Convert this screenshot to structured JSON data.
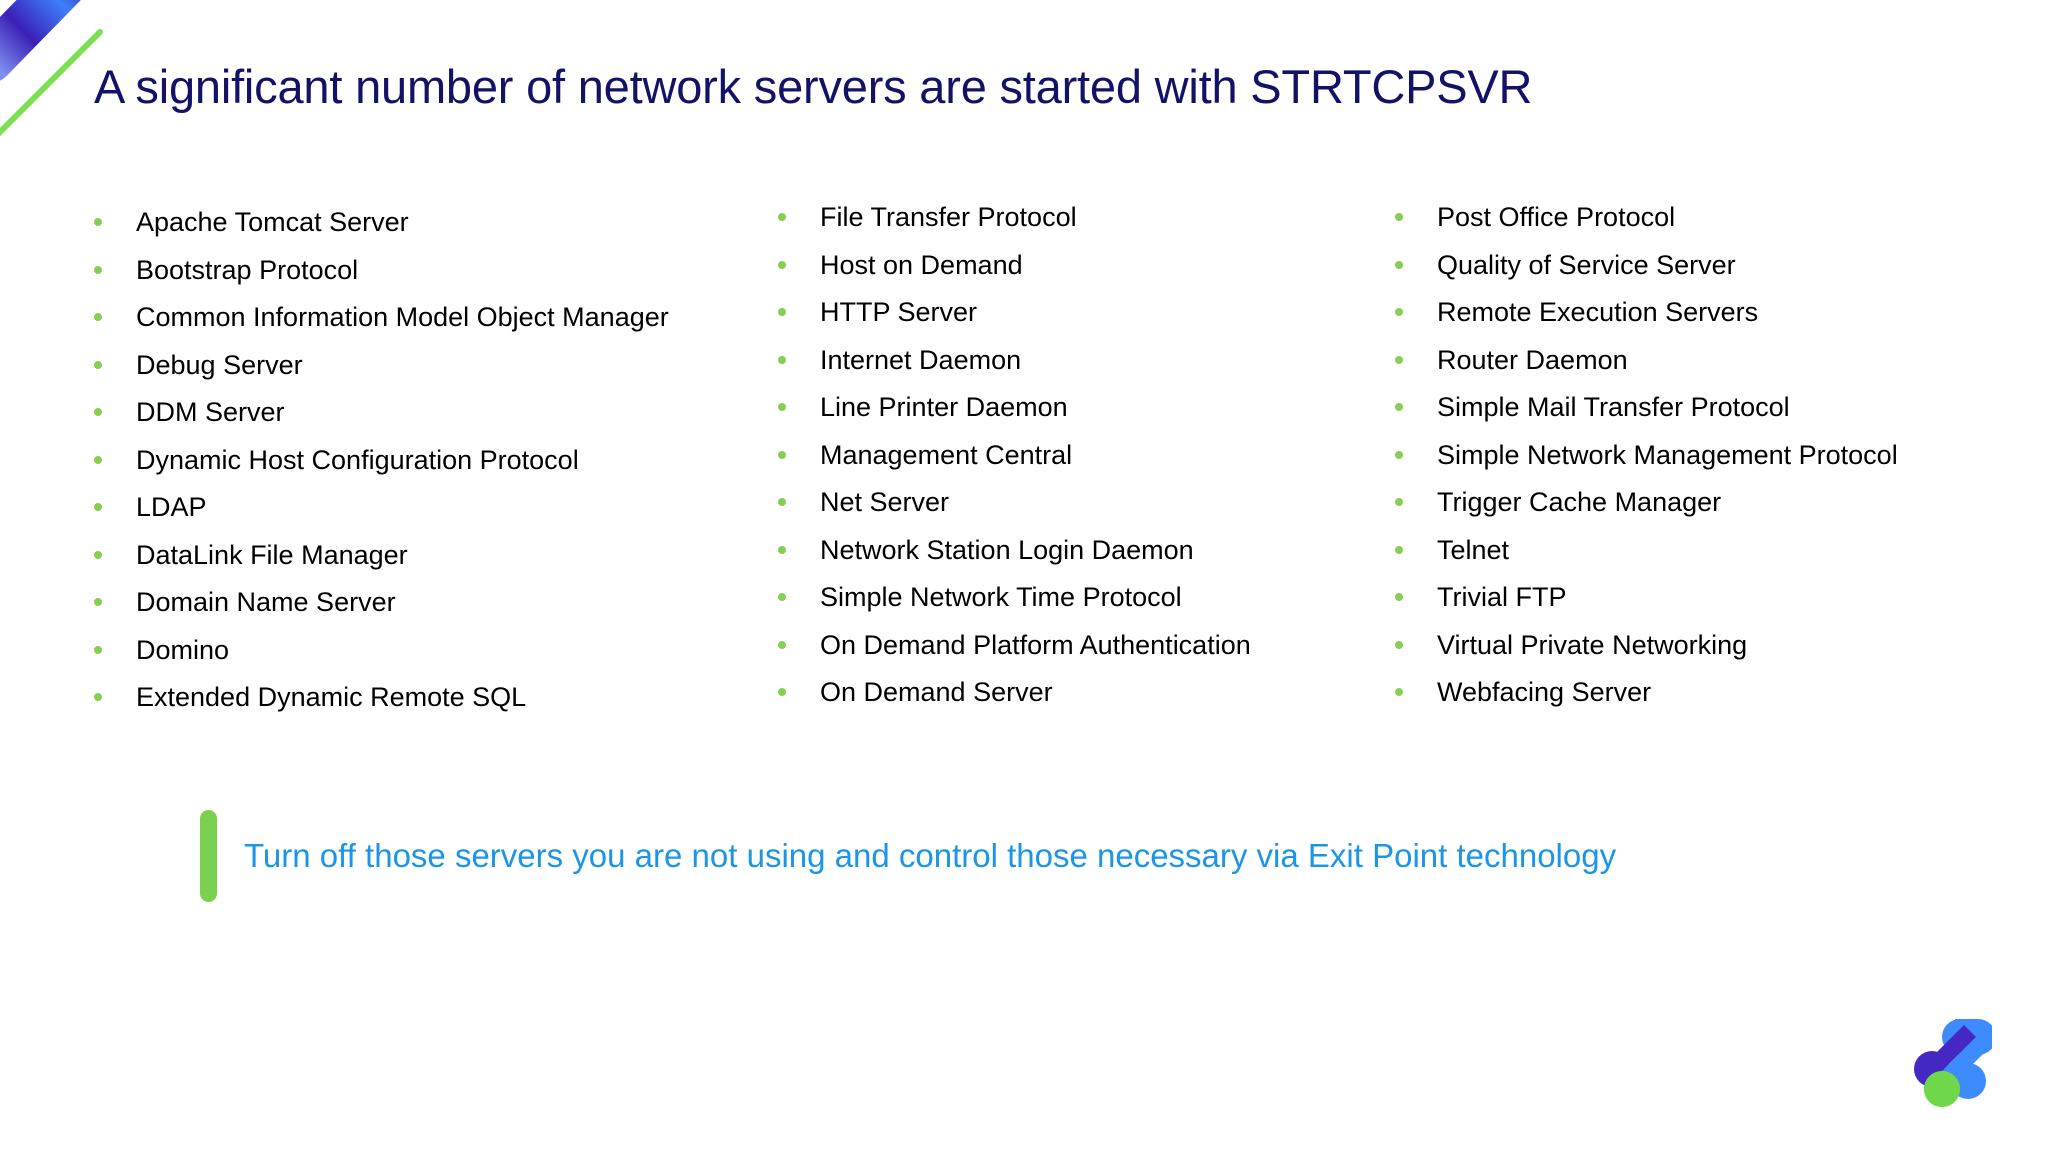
{
  "slide": {
    "title": "A significant number of network servers are started with STRTCPSVR"
  },
  "columns": [
    {
      "id": "column-1",
      "items": [
        "Apache Tomcat Server",
        "Bootstrap Protocol",
        "Common Information Model Object Manager",
        "Debug Server",
        "DDM Server",
        "Dynamic Host Configuration Protocol",
        "LDAP",
        "DataLink File Manager",
        "Domain Name Server",
        "Domino",
        "Extended Dynamic Remote SQL"
      ]
    },
    {
      "id": "column-2",
      "items": [
        "File Transfer Protocol",
        "Host on Demand",
        "HTTP Server",
        "Internet Daemon",
        "Line Printer Daemon",
        "Management Central",
        "Net Server",
        "Network Station Login Daemon",
        "Simple Network Time Protocol",
        "On Demand Platform Authentication",
        "On Demand Server"
      ]
    },
    {
      "id": "column-3",
      "items": [
        "Post Office Protocol",
        "Quality of Service Server",
        "Remote Execution Servers",
        "Router Daemon",
        "Simple Mail Transfer Protocol",
        "Simple Network Management Protocol",
        "Trigger Cache Manager",
        "Telnet",
        "Trivial FTP",
        "Virtual Private Networking",
        "Webfacing Server"
      ]
    }
  ],
  "callout": {
    "text": "Turn off those servers you are not using and control those necessary via Exit Point technology"
  },
  "colors": {
    "title": "#131266",
    "bullet_dot": "#84cf54",
    "bullet_text": "#000000",
    "callout_bar": "#7ad04f",
    "callout_text": "#1b95e8",
    "deco_blue": "#3d7ffc",
    "deco_indigo": "#3b20b7",
    "deco_green": "#7ddd55",
    "logo_blue": "#3d8bfd",
    "logo_indigo": "#4527c4",
    "logo_green": "#6fd84a"
  }
}
